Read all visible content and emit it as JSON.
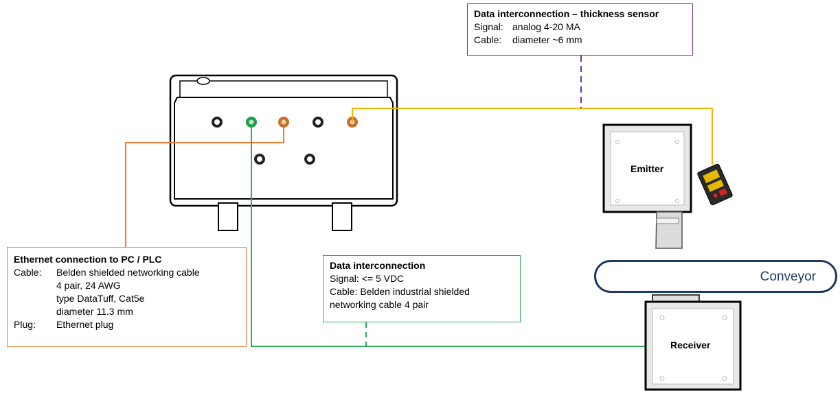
{
  "ethernet_box": {
    "title": "Ethernet connection to PC / PLC",
    "cable_key": "Cable:",
    "cable_lines": [
      "Belden shielded networking cable",
      "4 pair, 24 AWG",
      "type DataTuff, Cat5e",
      "diameter 11.3 mm"
    ],
    "plug_key": "Plug:",
    "plug_value": "Ethernet plug"
  },
  "data_box": {
    "title": "Data interconnection",
    "lines": [
      "Signal: <= 5 VDC",
      "Cable: Belden industrial shielded",
      "networking cable 4 pair"
    ]
  },
  "thickness_box": {
    "title": "Data interconnection – thickness sensor",
    "signal_key": "Signal:",
    "signal_value": "analog 4-20 MA",
    "cable_key": "Cable:",
    "cable_value": "diameter ~6 mm"
  },
  "conveyor": {
    "label": "Conveyor"
  },
  "emitter": {
    "label": "Emitter"
  },
  "receiver": {
    "label": "Receiver"
  },
  "colors": {
    "ethernet": "#ED7D31",
    "data": "#2EAD5B",
    "sensor": "#F4B400",
    "thickness_border": "#7030A0",
    "conveyor": "#1F3864",
    "enclosure": "#000000"
  }
}
